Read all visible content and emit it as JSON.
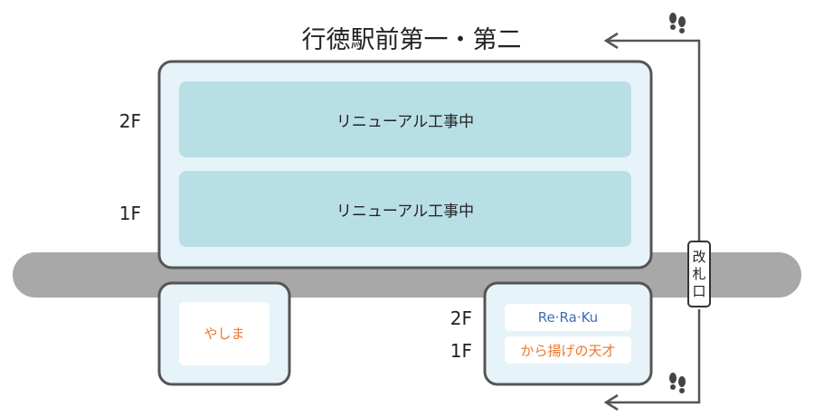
{
  "title": "行徳駅前第一・第二",
  "building_main": {
    "floors": [
      {
        "floor": "2F",
        "label": "リニューアル工事中"
      },
      {
        "floor": "1F",
        "label": "リニューアル工事中"
      }
    ]
  },
  "building_left": {
    "shop": "やしま"
  },
  "building_right": {
    "floors": [
      {
        "floor": "2F",
        "shop": "Re·Ra·Ku"
      },
      {
        "floor": "1F",
        "shop": "から揚げの天才"
      }
    ]
  },
  "gate": {
    "label_chars": [
      "改",
      "札",
      "口"
    ]
  },
  "icons": [
    "footprints-icon",
    "arrow-left-icon"
  ],
  "colors": {
    "building_fill": "#e6f3f9",
    "building_border": "#555555",
    "renewal_fill": "#b9dfe6",
    "road": "#a8a8a8",
    "shop_orange": "#e8772e",
    "shop_blue": "#3f6fb0",
    "route_line": "#555555"
  }
}
